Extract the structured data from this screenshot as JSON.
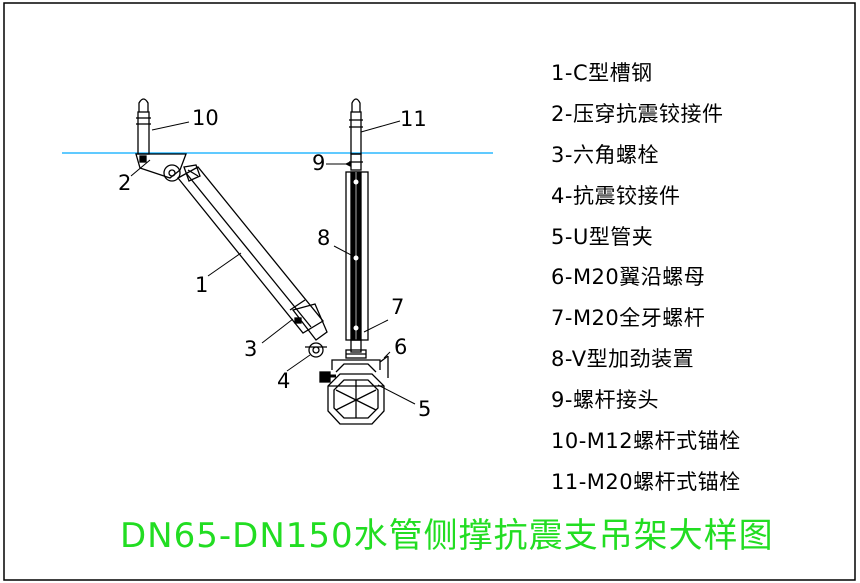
{
  "title": "DN65-DN150水管侧撑抗震支吊架大样图",
  "callouts": [
    "1",
    "2",
    "3",
    "4",
    "5",
    "6",
    "7",
    "8",
    "9",
    "10",
    "11"
  ],
  "legend": [
    "1-C型槽钢",
    "2-压穿抗震铰接件",
    "3-六角螺栓",
    "4-抗震铰接件",
    "5-U型管夹",
    "6-M20翼沿螺母",
    "7-M20全牙螺杆",
    "8-V型加劲装置",
    "9-螺杆接头",
    "10-M12螺杆式锚栓",
    "11-M20螺杆式锚栓"
  ],
  "colors": {
    "ceiling_line": "#00aaff",
    "title": "#22dd22",
    "lines": "#000000"
  }
}
